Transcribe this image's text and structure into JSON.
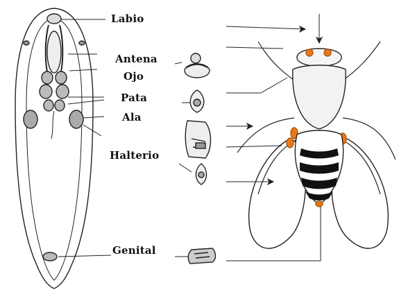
{
  "labels": {
    "labio": "Labio",
    "antena": "Antena",
    "ojo": "Ojo",
    "pata": "Pata",
    "ala": "Ala",
    "halterio": "Halterio",
    "genital": "Genital"
  },
  "colors": {
    "ink": "#222222",
    "highlight": "#e8791a",
    "background": "#ffffff"
  }
}
